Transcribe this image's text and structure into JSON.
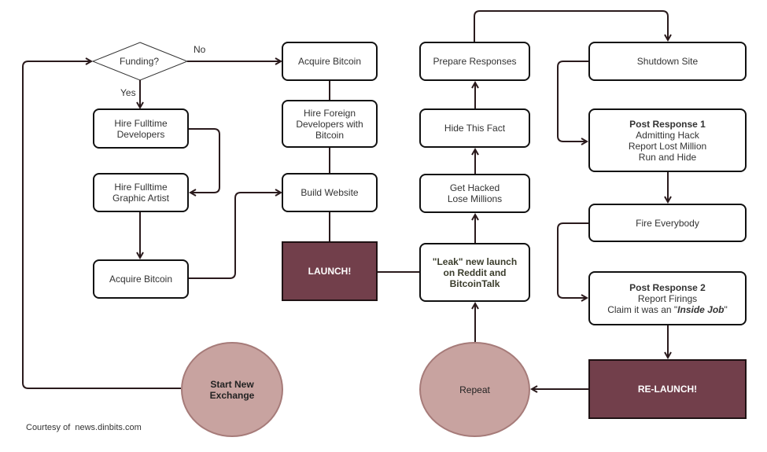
{
  "decision": {
    "label": "Funding?",
    "yes_label": "Yes",
    "no_label": "No"
  },
  "left_column": {
    "hire_devs": [
      "Hire Fulltime",
      "Developers"
    ],
    "hire_artist": [
      "Hire Fulltime",
      "Graphic Artist"
    ],
    "acquire_bitcoin": "Acquire Bitcoin"
  },
  "middle_column": {
    "acquire_bitcoin": "Acquire Bitcoin",
    "hire_foreign": [
      "Hire Foreign",
      "Developers with",
      "Bitcoin"
    ],
    "build_website": "Build Website",
    "launch": "LAUNCH!"
  },
  "hack_column": {
    "prepare": "Prepare Responses",
    "hide": "Hide This Fact",
    "hacked": [
      "Get Hacked",
      "Lose Millions"
    ],
    "leak": [
      "\"Leak\" new launch",
      "on Reddit and",
      "BitcoinTalk"
    ],
    "repeat": "Repeat"
  },
  "right_column": {
    "shutdown": "Shutdown Site",
    "post1_title": "Post Response 1",
    "post1_lines": [
      "Admitting Hack",
      "Report Lost Million",
      "Run and Hide"
    ],
    "fire": "Fire Everybody",
    "post2_title": "Post Response 2",
    "post2_line1": "Report Firings",
    "post2_line2_prefix": "Claim it was an \"",
    "post2_line2_em": "Inside Job",
    "post2_line2_suffix": "\"",
    "relaunch": "RE-LAUNCH!"
  },
  "start": [
    "Start New",
    "Exchange"
  ],
  "credit": "Courtesy of  news.dinbits.com",
  "colors": {
    "launch_fill": "#723f4b",
    "ellipse_fill": "#c8a3a0",
    "line": "#2a1a1c"
  }
}
